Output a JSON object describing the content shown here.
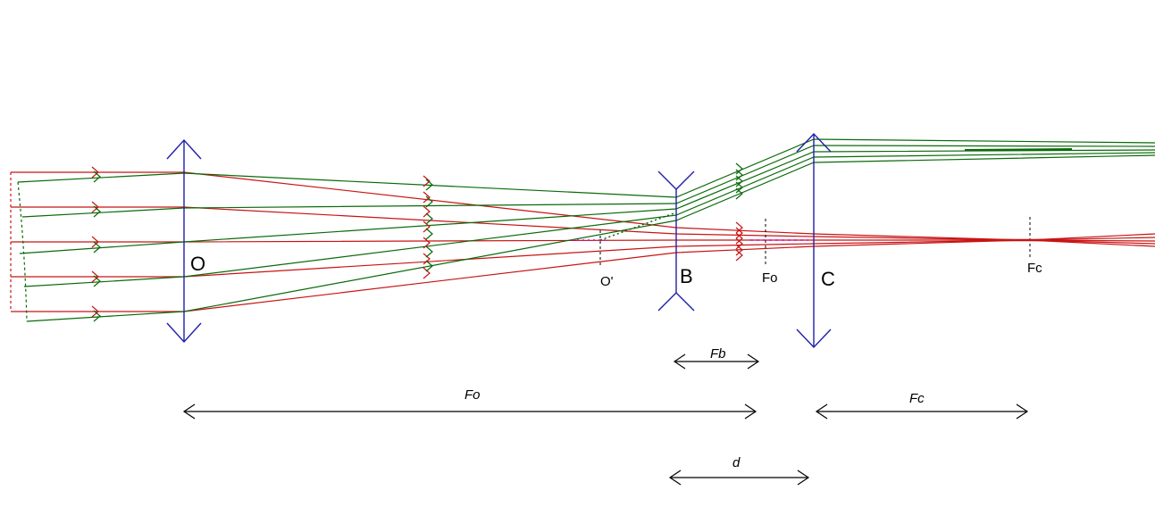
{
  "colors": {
    "lens": "#1f1fa8",
    "ray_red": "#c81414",
    "ray_green": "#0a6a0a",
    "focus_magenta": "#d400d4",
    "dimension": "#000000"
  },
  "lens_labels": {
    "objective": "O",
    "barlow": "B",
    "eyepiece": "C"
  },
  "point_labels": {
    "image_o_prime": "O'",
    "focus_objective": "Fo",
    "focus_eyepiece": "Fc"
  },
  "dimension_labels": {
    "fb": "Fb",
    "fo": "Fo",
    "fc": "Fc",
    "d": "d"
  }
}
